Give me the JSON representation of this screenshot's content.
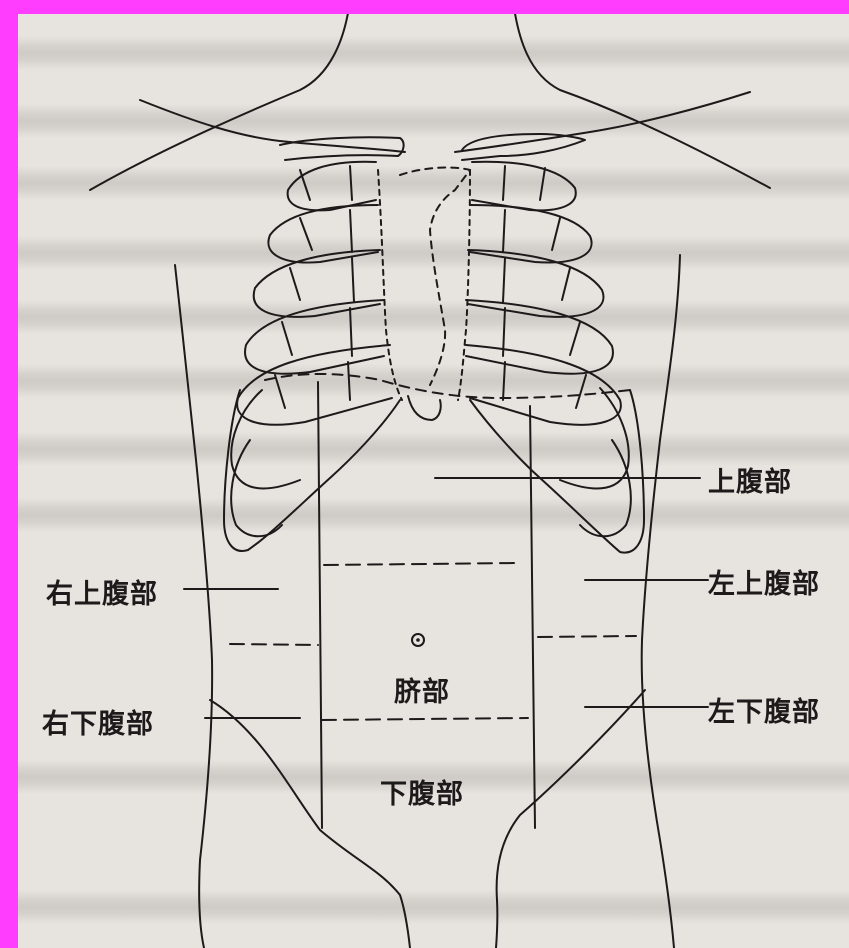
{
  "labels": {
    "epigastric": "上腹部",
    "left_hypochondriac": "左上腹部",
    "right_hypochondriac": "右上腹部",
    "umbilical": "脐部",
    "right_iliac": "右下腹部",
    "left_iliac": "左下腹部",
    "hypogastric": "下腹部"
  },
  "colors": {
    "frame": "#ff3dff",
    "paper": "#e7e3de",
    "ink": "#1c1a1a"
  }
}
